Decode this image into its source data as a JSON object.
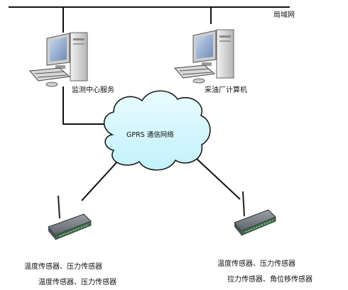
{
  "network": {
    "lan_label": "局域网",
    "gprs_label": "GPRS 通信网络"
  },
  "computers": [
    {
      "label": "监测中心服务"
    },
    {
      "label": "采油厂计算机"
    }
  ],
  "field_units": [
    {
      "sensor_lines": [
        "温度传感器、压力传感器",
        "温度传感器、压力传感器"
      ]
    },
    {
      "sensor_lines": [
        "温度传感器、压力传感器",
        "拉力传感器、角位移传感器"
      ]
    }
  ]
}
